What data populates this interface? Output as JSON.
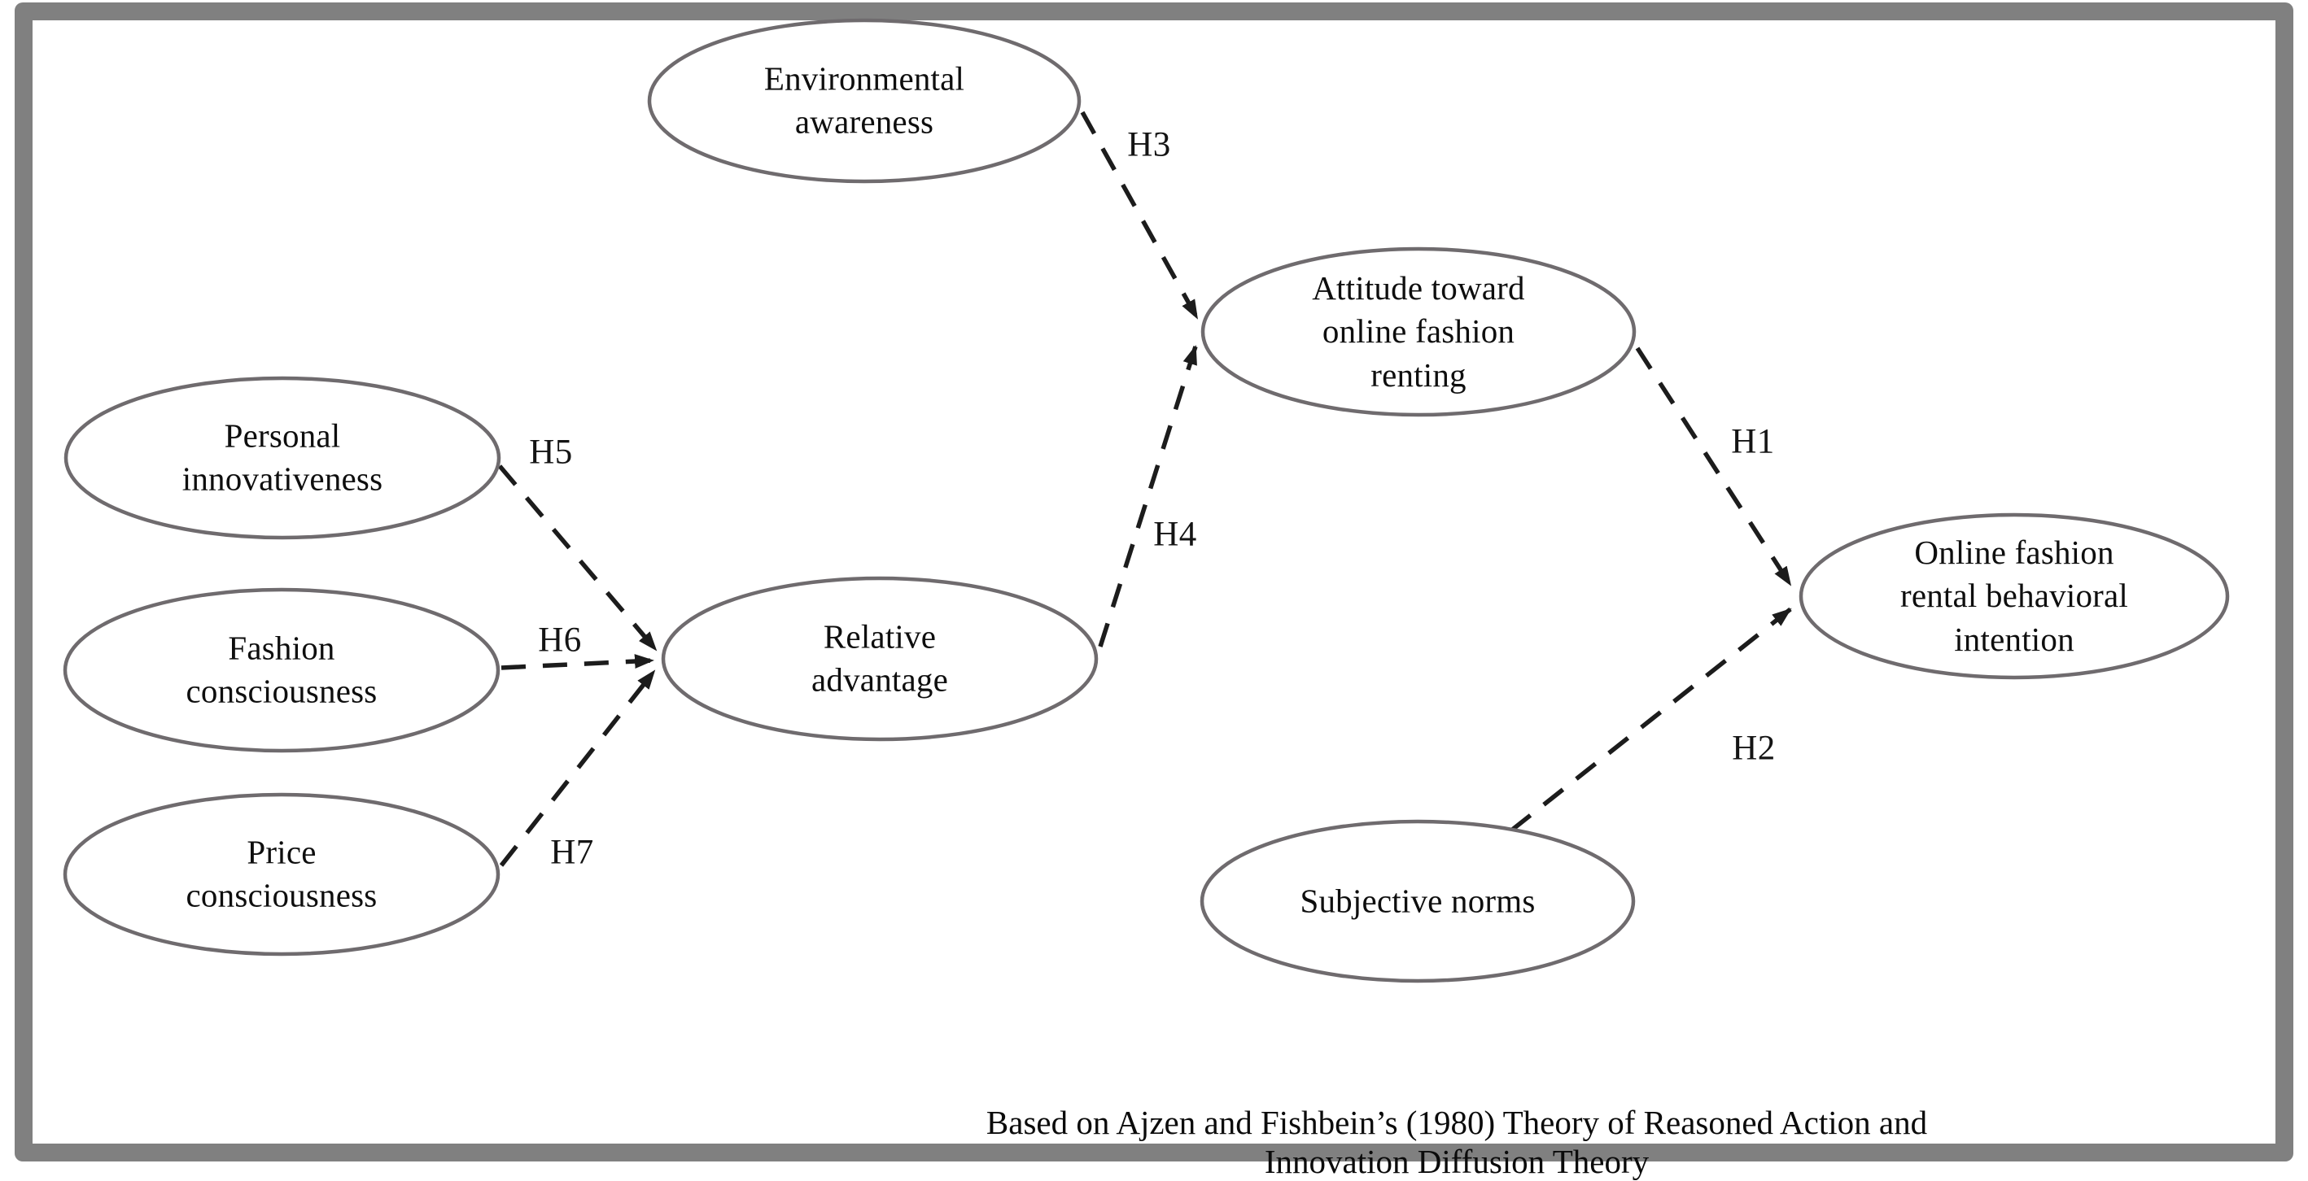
{
  "diagram": {
    "type": "conceptual-model",
    "caption": "Based on Ajzen and Fishbein’s (1980) Theory of Reasoned Action and Innovation Diffusion Theory",
    "colors": {
      "frame_border": "#808080",
      "ellipse_stroke": "#6f6b6e",
      "arrow_line": "#1c1c1c",
      "text": "#0e0e0e"
    },
    "nodes": [
      {
        "id": "environmental-awareness",
        "label": "Environmental\nawareness"
      },
      {
        "id": "attitude-toward-online-fashion-renting",
        "label": "Attitude toward\nonline fashion\nrenting"
      },
      {
        "id": "personal-innovativeness",
        "label": "Personal\ninnovativeness"
      },
      {
        "id": "fashion-consciousness",
        "label": "Fashion\nconsciousness"
      },
      {
        "id": "price-consciousness",
        "label": "Price\nconsciousness"
      },
      {
        "id": "relative-advantage",
        "label": "Relative\nadvantage"
      },
      {
        "id": "subjective-norms",
        "label": "Subjective norms"
      },
      {
        "id": "online-fashion-rental-behavioral-intention",
        "label": "Online fashion\nrental behavioral\nintention"
      }
    ],
    "edges": [
      {
        "label": "H1",
        "from": "attitude-toward-online-fashion-renting",
        "to": "online-fashion-rental-behavioral-intention",
        "style": "dashed-arrow"
      },
      {
        "label": "H2",
        "from": "subjective-norms",
        "to": "online-fashion-rental-behavioral-intention",
        "style": "dashed-arrow"
      },
      {
        "label": "H3",
        "from": "environmental-awareness",
        "to": "attitude-toward-online-fashion-renting",
        "style": "dashed-arrow"
      },
      {
        "label": "H4",
        "from": "relative-advantage",
        "to": "attitude-toward-online-fashion-renting",
        "style": "dashed-arrow"
      },
      {
        "label": "H5",
        "from": "personal-innovativeness",
        "to": "relative-advantage",
        "style": "dashed-arrow"
      },
      {
        "label": "H6",
        "from": "fashion-consciousness",
        "to": "relative-advantage",
        "style": "dashed-arrow"
      },
      {
        "label": "H7",
        "from": "price-consciousness",
        "to": "relative-advantage",
        "style": "dashed-arrow"
      }
    ]
  }
}
